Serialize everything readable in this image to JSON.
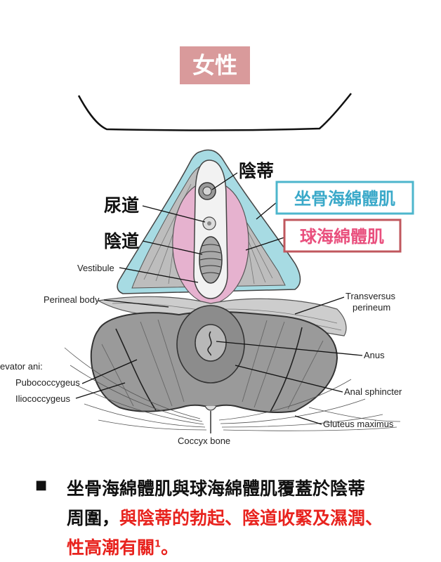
{
  "title_badge": "女性",
  "colors": {
    "badge": "#d99a9b",
    "ischiocavernosus": "#a7dbe3",
    "ischiocavernosus_box": "#4db6cc",
    "bulbospongiosus": "#e6b2cf",
    "bulbospongiosus_box": "#c0575e",
    "bulbospongiosus_text": "#e94f7d",
    "highlight_red": "#e8231e"
  },
  "labels": {
    "clitoris": "陰蒂",
    "ischiocavernosus": "坐骨海綿體肌",
    "bulbospongiosus": "球海綿體肌",
    "urethra": "尿道",
    "vagina": "陰道",
    "vestibule": "Vestibule",
    "perineal_body": "Perineal body",
    "transversus_line1": "Transversus",
    "transversus_line2": "perineum",
    "anus": "Anus",
    "levator_ani": "evator ani:",
    "pubococcygeus": "Pubococcygeus",
    "iliococcygeus": "Iliococcygeus",
    "anal_sphincter": "Anal sphincter",
    "gluteus_maximus": "Gluteus maximus",
    "coccyx_bone": "Coccyx bone"
  },
  "caption": {
    "bullet": "■",
    "line1": "坐骨海綿體肌與球海綿體肌覆蓋於陰蒂",
    "line2_black": "周圍，",
    "line2_red": "與陰蒂的勃起、陰道收緊及濕潤、",
    "line3_red": "性高潮有關",
    "line3_sup": "1",
    "line3_end": "。"
  }
}
